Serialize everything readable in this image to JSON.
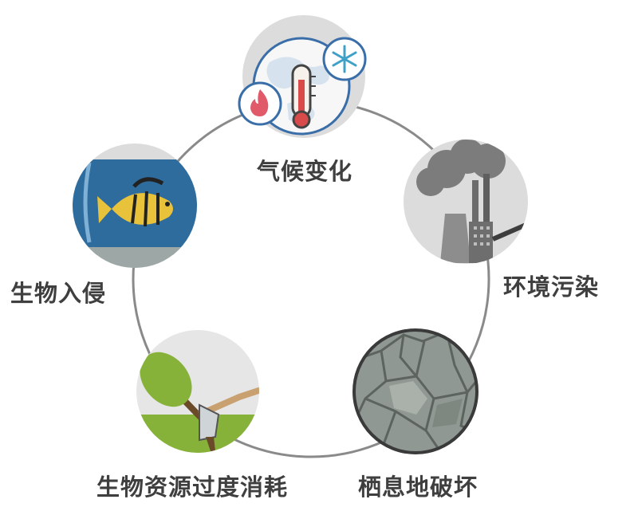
{
  "diagram": {
    "nodes": [
      {
        "id": "climate",
        "label": "气候变化",
        "icon": "globe-thermometer-icon"
      },
      {
        "id": "pollution",
        "label": "环境污染",
        "icon": "factory-smoke-icon"
      },
      {
        "id": "habitat",
        "label": "栖息地破坏",
        "icon": "cracked-earth-icon"
      },
      {
        "id": "overuse",
        "label": "生物资源过度消耗",
        "icon": "tree-axe-icon"
      },
      {
        "id": "invasion",
        "label": "生物入侵",
        "icon": "fish-bowl-icon"
      }
    ],
    "colors": {
      "ring": "#8a8a8a",
      "circle_bg": "#dcdcdc",
      "label": "#3f3f3f"
    }
  }
}
